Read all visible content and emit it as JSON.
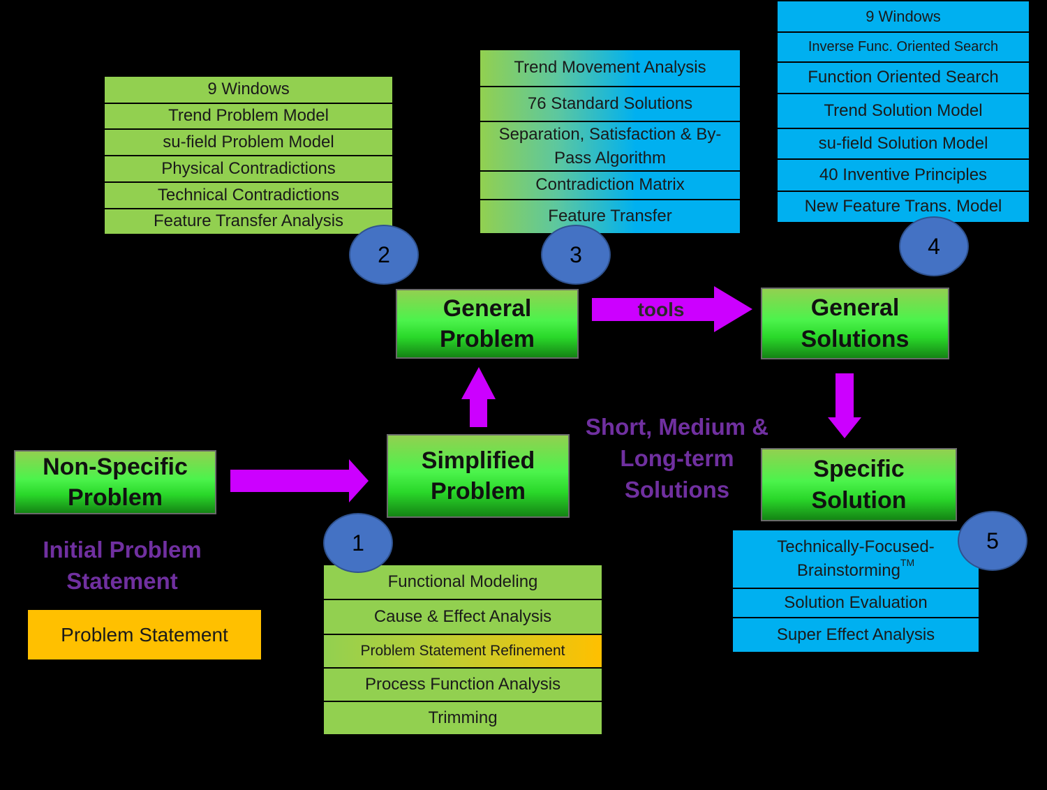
{
  "tool_lists": {
    "stage1": [
      "Functional Modeling",
      "Cause & Effect Analysis",
      "Problem Statement Refinement",
      "Process Function Analysis",
      "Trimming"
    ],
    "stage2": [
      "9 Windows",
      "Trend Problem Model",
      "su-field Problem Model",
      "Physical Contradictions",
      "Technical Contradictions",
      "Feature Transfer Analysis"
    ],
    "stage3": [
      "Trend Movement Analysis",
      "76 Standard Solutions",
      "Separation, Satisfaction & By-Pass Algorithm",
      "Contradiction Matrix",
      "Feature Transfer"
    ],
    "stage4": [
      "9 Windows",
      "Inverse Func. Oriented Search",
      "Function Oriented Search",
      "Trend Solution Model",
      "su-field Solution Model",
      "40 Inventive Principles",
      "New Feature Trans. Model"
    ],
    "stage5": [
      "Technically-Focused-Brainstorming",
      "Solution Evaluation",
      "Super Effect Analysis"
    ],
    "stage5_tm": "TM"
  },
  "stages": {
    "non_specific": [
      "Non-Specific",
      "Problem"
    ],
    "simplified": [
      "Simplified",
      "Problem"
    ],
    "general_problem": [
      "General",
      "Problem"
    ],
    "general_solutions": [
      "General",
      "Solutions"
    ],
    "specific": [
      "Specific",
      "Solution"
    ]
  },
  "badges": [
    "1",
    "2",
    "3",
    "4",
    "5"
  ],
  "arrow_label": "tools",
  "labels": {
    "solutions_note": [
      "Short, Medium &",
      "Long-term",
      "Solutions"
    ],
    "initial_note": [
      "Initial Problem",
      "Statement"
    ],
    "problem_statement": "Problem Statement"
  },
  "colors": {
    "tool_green": "#92d050",
    "tool_blue": "#00b0f0",
    "highlight_orange": "#ffc000",
    "arrow_magenta": "#cc00ff",
    "badge_blue": "#4472c4",
    "text_purple": "#7030a0"
  }
}
